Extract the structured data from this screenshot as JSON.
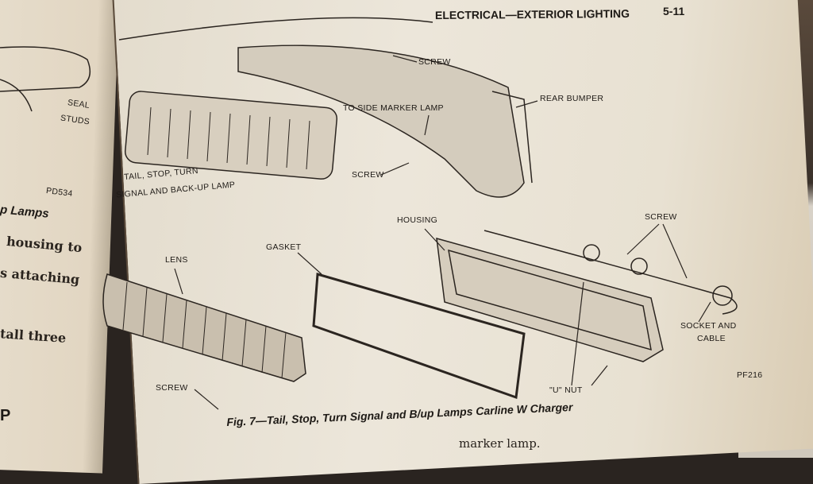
{
  "header": {
    "section": "ELECTRICAL—EXTERIOR LIGHTING",
    "page_number": "5-11"
  },
  "left_page": {
    "labels": [
      "SEAL",
      "STUDS"
    ],
    "figure_code": "PD534",
    "heading": "p Lamps",
    "lines": [
      "housing to",
      "s attaching",
      "tall three"
    ],
    "heading2": "P"
  },
  "diagram": {
    "top_labels": {
      "screw_top": "SCREW",
      "side_marker": "TO SIDE MARKER LAMP",
      "rear_bumper": "REAR BUMPER",
      "lamp_line1": "TAIL, STOP, TURN",
      "lamp_line2": "SIGNAL AND BACK-UP LAMP",
      "screw_mid": "SCREW"
    },
    "bottom_labels": {
      "housing": "HOUSING",
      "screw_right": "SCREW",
      "gasket": "GASKET",
      "lens": "LENS",
      "socket_line1": "SOCKET AND",
      "socket_line2": "CABLE",
      "u_nut": "\"U\" NUT",
      "screw_left": "SCREW"
    },
    "figure_code": "PF216"
  },
  "caption": "Fig. 7—Tail, Stop, Turn Signal and B/up Lamps Carline W Charger",
  "body_text": "marker lamp."
}
